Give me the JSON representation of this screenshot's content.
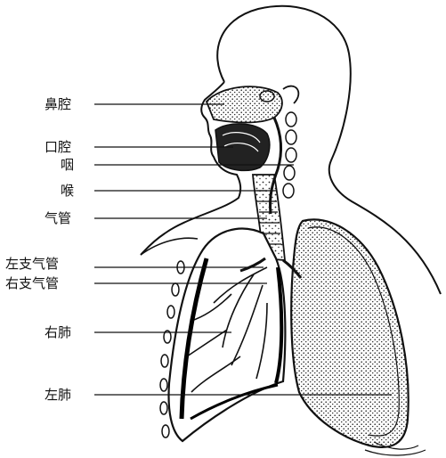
{
  "labels": {
    "nasal_cavity": "鼻腔",
    "oral_cavity": "口腔",
    "pharynx": "咽",
    "larynx": "喉",
    "trachea": "气管",
    "left_bronchus": "左支气管",
    "right_bronchus": "右支气管",
    "right_lung": "右肺",
    "left_lung": "左肺"
  }
}
